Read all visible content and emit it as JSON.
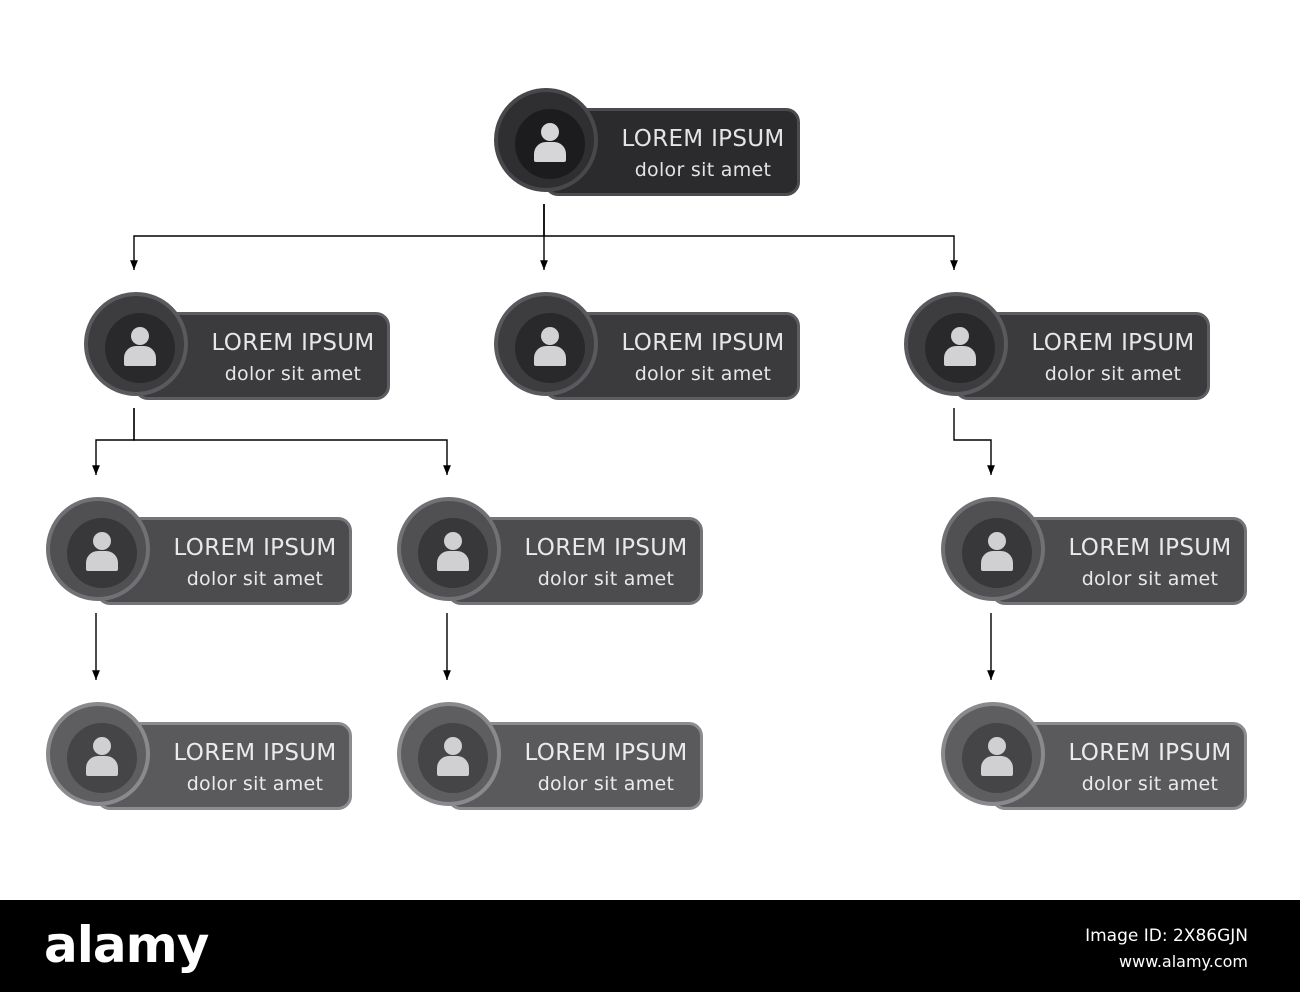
{
  "nodes": [
    {
      "id": "root",
      "level": 1,
      "title": "LOREM IPSUM",
      "subtitle": "dolor sit amet"
    },
    {
      "id": "left",
      "level": 2,
      "title": "LOREM IPSUM",
      "subtitle": "dolor sit amet"
    },
    {
      "id": "middle",
      "level": 2,
      "title": "LOREM IPSUM",
      "subtitle": "dolor sit amet"
    },
    {
      "id": "right",
      "level": 2,
      "title": "LOREM IPSUM",
      "subtitle": "dolor sit amet"
    },
    {
      "id": "left-a",
      "level": 3,
      "title": "LOREM IPSUM",
      "subtitle": "dolor sit amet"
    },
    {
      "id": "left-b",
      "level": 3,
      "title": "LOREM IPSUM",
      "subtitle": "dolor sit amet"
    },
    {
      "id": "right-a",
      "level": 3,
      "title": "LOREM IPSUM",
      "subtitle": "dolor sit amet"
    },
    {
      "id": "left-a-child",
      "level": 4,
      "title": "LOREM IPSUM",
      "subtitle": "dolor sit amet"
    },
    {
      "id": "left-b-child",
      "level": 4,
      "title": "LOREM IPSUM",
      "subtitle": "dolor sit amet"
    },
    {
      "id": "right-a-child",
      "level": 4,
      "title": "LOREM IPSUM",
      "subtitle": "dolor sit amet"
    }
  ],
  "edges": [
    [
      "root",
      "left"
    ],
    [
      "root",
      "middle"
    ],
    [
      "root",
      "right"
    ],
    [
      "left",
      "left-a"
    ],
    [
      "left",
      "left-b"
    ],
    [
      "right",
      "right-a"
    ],
    [
      "left-a",
      "left-a-child"
    ],
    [
      "left-b",
      "left-b-child"
    ],
    [
      "right-a",
      "right-a-child"
    ]
  ],
  "icon": "person-icon",
  "colors": {
    "level1": "#2b2b2e",
    "level2": "#3b3b3e",
    "level3": "#4c4c4f",
    "level4": "#5a5a5d",
    "connector": "#000000",
    "background": "#ffffff"
  },
  "footer": {
    "logo": "alamy",
    "image_id": "Image ID: 2X86GJN",
    "site": "www.alamy.com"
  }
}
